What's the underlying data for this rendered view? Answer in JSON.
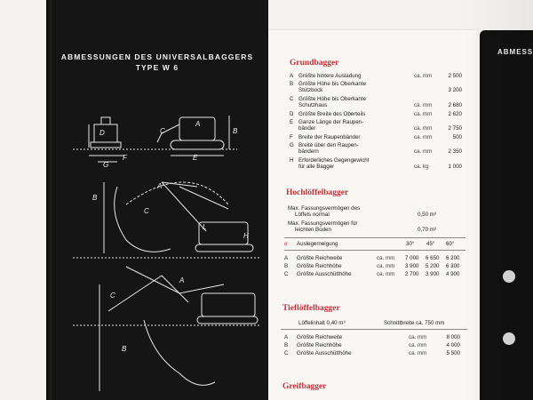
{
  "left_panel": {
    "title_line1": "ABMESSUNGEN DES UNIVERSALBAGGERS",
    "title_line2": "TYPE W 6",
    "labels": [
      "D",
      "B",
      "C",
      "A",
      "E",
      "G",
      "F",
      "A",
      "B",
      "C",
      "L",
      "H",
      "C",
      "A",
      "B"
    ]
  },
  "right_panel": {
    "title": "ABMESS"
  },
  "sections": {
    "grundbagger": {
      "heading": "Grundbagger",
      "rows": [
        {
          "key": "A",
          "label": "Größte hintere Ausladung",
          "unit": "ca. mm",
          "value": "2 500"
        },
        {
          "key": "B",
          "label": "Größte Höhe bis Oberkante",
          "label2": "Stützbock",
          "unit": "",
          "value": "3 200"
        },
        {
          "key": "C",
          "label": "Größte Höhe bis Oberkante",
          "label2": "Schutzhaus",
          "unit": "ca. mm",
          "value": "2 680"
        },
        {
          "key": "D",
          "label": "Größte Breite des Oberteils",
          "unit": "ca. mm",
          "value": "2 620"
        },
        {
          "key": "E",
          "label": "Ganze Länge der Raupen-",
          "label2": "bänder",
          "unit": "ca. mm",
          "value": "2 750"
        },
        {
          "key": "F",
          "label": "Breite der Raupenbänder",
          "unit": "ca. mm",
          "value": "500"
        },
        {
          "key": "G",
          "label": "Breite über den Raupen-",
          "label2": "bändern",
          "unit": "ca. mm",
          "value": "2 350"
        },
        {
          "key": "H",
          "label": "Erforderliches Gegengewicht",
          "label2": "für alle Bagger",
          "unit": "ca. kg",
          "value": "1 000"
        }
      ]
    },
    "hochloeffel": {
      "heading": "Hochlöffelbagger",
      "capacity1": "Max. Fassungsvermögen des",
      "capacity1b": "Löffels normal",
      "capacity1_value": "0,50 m³",
      "capacity2": "Max. Fassungsvermögen für",
      "capacity2b": "leichten Boden",
      "capacity2_value": "0,70 m³",
      "angle_key": "α",
      "angle_label": "Auslegerneigung",
      "angles": [
        "30°",
        "45°",
        "60°"
      ],
      "rows": [
        {
          "key": "A",
          "label": "Größte Reichweite",
          "unit": "ca. mm",
          "values": [
            "7 000",
            "6 650",
            "6 200"
          ]
        },
        {
          "key": "B",
          "label": "Größte Reichhöhe",
          "unit": "ca. mm",
          "values": [
            "3 900",
            "5 200",
            "6 300"
          ]
        },
        {
          "key": "C",
          "label": "Größte Ausschütthöhe",
          "unit": "ca. mm",
          "values": [
            "2 700",
            "3 900",
            "4 900"
          ]
        }
      ]
    },
    "tiefloeffel": {
      "heading": "Tieflöffelbagger",
      "content": "Löffelinhalt 0,40 m³",
      "width": "Schnittbreite ca. 750 mm",
      "rows": [
        {
          "key": "A",
          "label": "Größte Reichweite",
          "unit": "ca. mm",
          "value": "8 000"
        },
        {
          "key": "B",
          "label": "Größte Reichhöhe",
          "unit": "ca. mm",
          "value": "4 000"
        },
        {
          "key": "C",
          "label": "Größte Ausschütthöhe",
          "unit": "ca. mm",
          "value": "5 500"
        }
      ]
    },
    "greif": {
      "heading": "Greifbagger"
    }
  },
  "colors": {
    "accent": "#c0303a",
    "panel": "#151515"
  }
}
